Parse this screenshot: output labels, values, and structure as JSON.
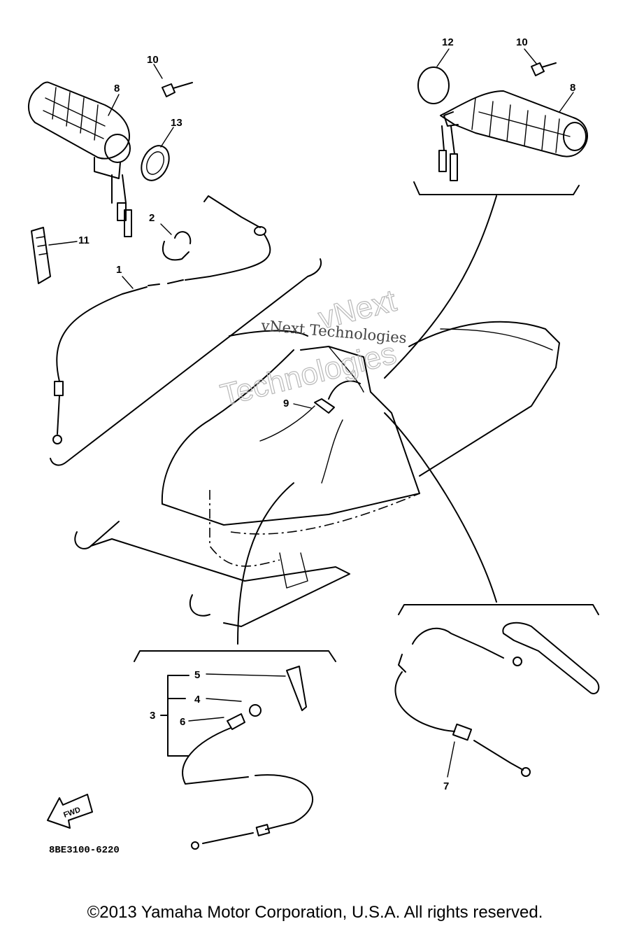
{
  "diagram": {
    "callouts": {
      "c1": "1",
      "c2": "2",
      "c3": "3",
      "c4": "4",
      "c5": "5",
      "c6": "6",
      "c7": "7",
      "c8_left": "8",
      "c8_right": "8",
      "c9": "9",
      "c10_left": "10",
      "c10_right": "10",
      "c11": "11",
      "c12": "12",
      "c13": "13"
    },
    "fwd_label": "FWD",
    "part_code": "8BE3100-6220"
  },
  "watermark": {
    "line1": "vNext Technologies",
    "line2": "vNext",
    "line3": "Technologies"
  },
  "footer": {
    "copyright": "©2013 Yamaha Motor Corporation, U.S.A. All rights reserved."
  }
}
